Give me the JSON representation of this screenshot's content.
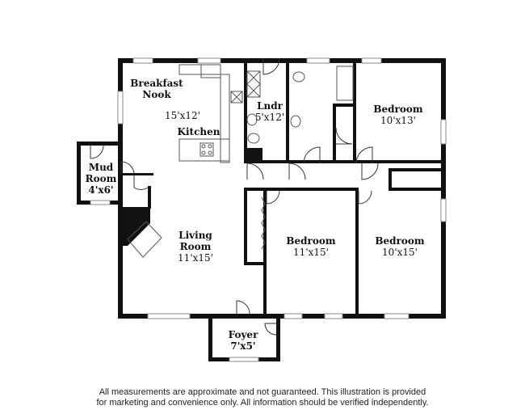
{
  "rooms": {
    "breakfast": {
      "name_line1": "Breakfast",
      "name_line2": "Nook",
      "dims": "15'x12'"
    },
    "kitchen": {
      "name": "Kitchen"
    },
    "laundry": {
      "name": "Lndr",
      "dims": "5'x12'"
    },
    "bedroom1": {
      "name": "Bedroom",
      "dims": "10'x13'"
    },
    "mud": {
      "name_line1": "Mud",
      "name_line2": "Room",
      "dims": "4'x6'"
    },
    "living": {
      "name_line1": "Living",
      "name_line2": "Room",
      "dims": "11'x15'"
    },
    "bedroom2": {
      "name": "Bedroom",
      "dims": "11'x15'"
    },
    "bedroom3": {
      "name": "Bedroom",
      "dims": "10'x15'"
    },
    "foyer": {
      "name": "Foyer",
      "dims": "7'x5'"
    }
  },
  "disclaimer": {
    "line1": "All measurements are approximate and not guaranteed. This illustration is provided",
    "line2": "for marketing and convenience only. All information should be verified independently."
  },
  "colors": {
    "wall": "#111111",
    "window": "#888888",
    "fixture": "#555555",
    "background": "#ffffff"
  }
}
